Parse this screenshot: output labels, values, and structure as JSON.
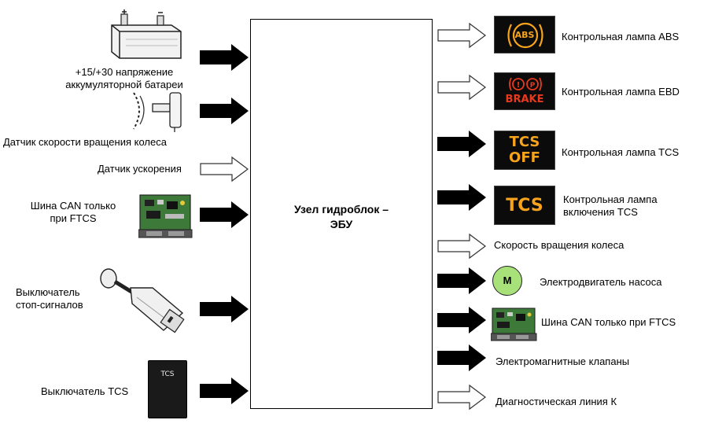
{
  "ecu": {
    "title": "Узел гидроблок –\nЭБУ"
  },
  "inputs": [
    {
      "id": "battery",
      "label": "+15/+30 напряжение\nаккумуляторной батареи",
      "arrow": "solid",
      "icon": "battery-icon"
    },
    {
      "id": "wheel-speed-sensor",
      "label": "Датчик скорости вращения колеса",
      "arrow": "solid",
      "icon": "wheel-speed-sensor-icon"
    },
    {
      "id": "accel-sensor",
      "label": "Датчик ускорения",
      "arrow": "outline",
      "icon": ""
    },
    {
      "id": "can-bus",
      "label": "Шина CAN только\nпри FTCS",
      "arrow": "solid",
      "icon": "control-module-icon"
    },
    {
      "id": "brake-light-switch",
      "label": "Выключатель\nстоп-сигналов",
      "arrow": "solid",
      "icon": "brake-light-switch-icon"
    },
    {
      "id": "tcs-switch",
      "label": "Выключатель TCS",
      "arrow": "solid",
      "icon": "tcs-button-icon"
    }
  ],
  "outputs": [
    {
      "id": "abs-lamp",
      "label": "Контрольная лампа ABS",
      "arrow": "outline",
      "icon": "abs-warning-lamp-icon"
    },
    {
      "id": "ebd-lamp",
      "label": "Контрольная лампа EBD",
      "arrow": "outline",
      "icon": "brake-warning-lamp-icon"
    },
    {
      "id": "tcs-off-lamp",
      "label": "Контрольная лампа TCS",
      "arrow": "solid",
      "icon": "tcs-off-lamp-icon"
    },
    {
      "id": "tcs-on-lamp",
      "label": "Контрольная лампа\nвключения TCS",
      "arrow": "solid",
      "icon": "tcs-lamp-icon"
    },
    {
      "id": "wheel-speed-out",
      "label": "Скорость вращения колеса",
      "arrow": "outline",
      "icon": ""
    },
    {
      "id": "pump-motor",
      "label": "Электродвигатель насоса",
      "arrow": "solid",
      "icon": "motor-icon"
    },
    {
      "id": "can-bus-out",
      "label": "Шина CAN только при FTCS",
      "arrow": "solid",
      "icon": "control-module-icon"
    },
    {
      "id": "solenoid-valves",
      "label": "Электромагнитные клапаны",
      "arrow": "solid",
      "icon": ""
    },
    {
      "id": "diag-line",
      "label": "Диагностическая линия К",
      "arrow": "outline",
      "icon": ""
    }
  ],
  "lamp_text": {
    "abs": "ABS",
    "brake": "BRAKE",
    "tcs_off": "TCS\nOFF",
    "tcs": "TCS",
    "tcs_button": "TCS",
    "motor": "M"
  },
  "colors": {
    "lamp_amber": "#f7a41c",
    "lamp_red": "#e8391f",
    "motor_green": "#a8e07a",
    "module_green": "#3d7a3a"
  }
}
